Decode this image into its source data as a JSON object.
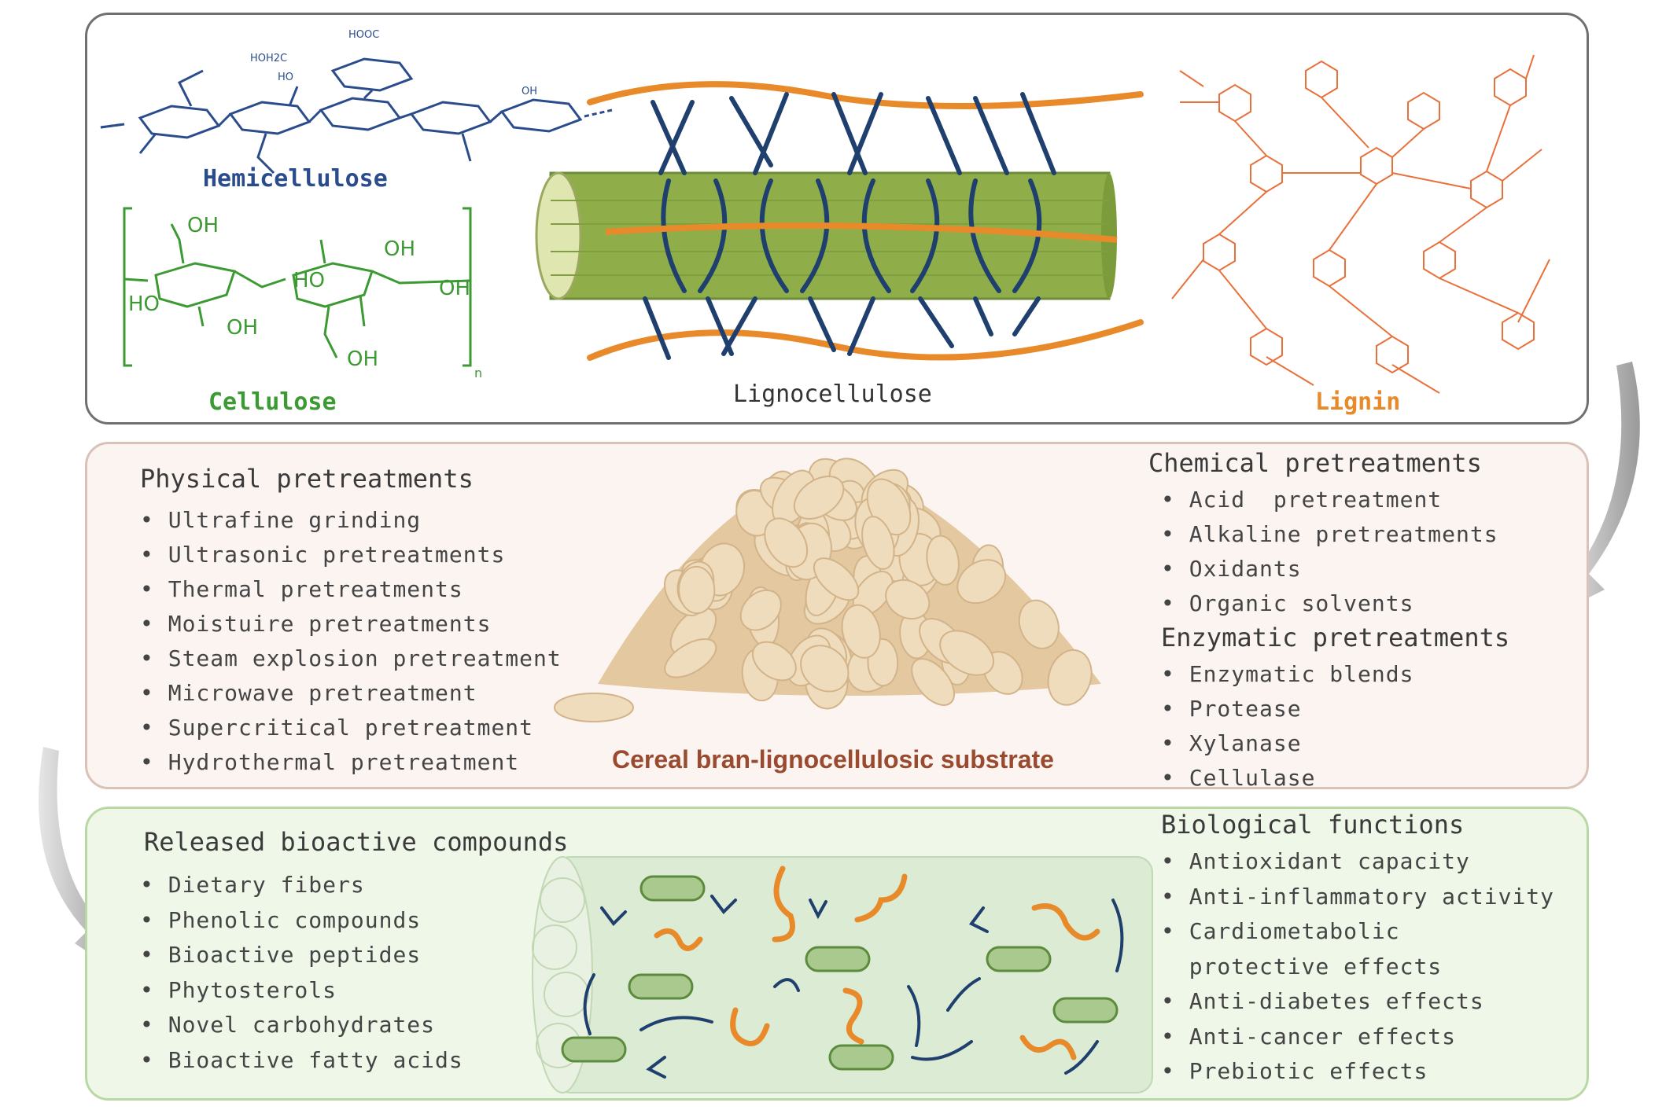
{
  "top": {
    "hemicellulose_label": "Hemicellulose",
    "cellulose_label": "Cellulose",
    "lignocellulose_label": "Lignocellulose",
    "lignin_label": "Lignin",
    "oh_labels": [
      "OH",
      "OH",
      "HO",
      "OH",
      "HO",
      "OH",
      "OH"
    ],
    "subscript_n": "n",
    "hemi_group_labels": [
      "HOOC",
      "HOH2C",
      "HO",
      "OH"
    ],
    "colors": {
      "hemicellulose": "#2b4c8c",
      "cellulose": "#3b9a32",
      "lignin": "#e8703a",
      "fiber_green": "#8fae4a",
      "strand_blue": "#1f3f6e",
      "strand_orange": "#e88a2a"
    }
  },
  "middle": {
    "physical": {
      "title": "Physical pretreatments",
      "items": [
        "Ultrafine grinding",
        "Ultrasonic pretreatments",
        "Thermal pretreatments",
        "Moistuire pretreatments",
        "Steam explosion pretreatment",
        "Microwave pretreatment",
        "Supercritical pretreatment",
        "Hydrothermal pretreatment"
      ]
    },
    "chemical": {
      "title": "Chemical pretreatments",
      "items": [
        "Acid  pretreatment",
        "Alkaline pretreatments",
        "Oxidants",
        "Organic solvents"
      ]
    },
    "enzymatic": {
      "title": "Enzymatic pretreatments",
      "items": [
        "Enzymatic blends",
        "Protease",
        "Xylanase",
        "Cellulase"
      ]
    },
    "substrate_label": "Cereal bran-lignocellulosic substrate",
    "colors": {
      "substrate_label": "#9a4a2e",
      "bran": "#e8cfa4"
    }
  },
  "bottom": {
    "released": {
      "title": "Released bioactive compounds",
      "items": [
        "Dietary fibers",
        "Phenolic compounds",
        "Bioactive peptides",
        "Phytosterols",
        "Novel carbohydrates",
        "Bioactive fatty acids"
      ]
    },
    "functions": {
      "title": "Biological functions",
      "items": [
        "Antioxidant capacity",
        "Anti-inflammatory activity",
        "Cardiometabolic",
        "protective effects",
        "Anti-diabetes effects",
        "Anti-cancer effects",
        "Prebiotic effects"
      ]
    }
  }
}
